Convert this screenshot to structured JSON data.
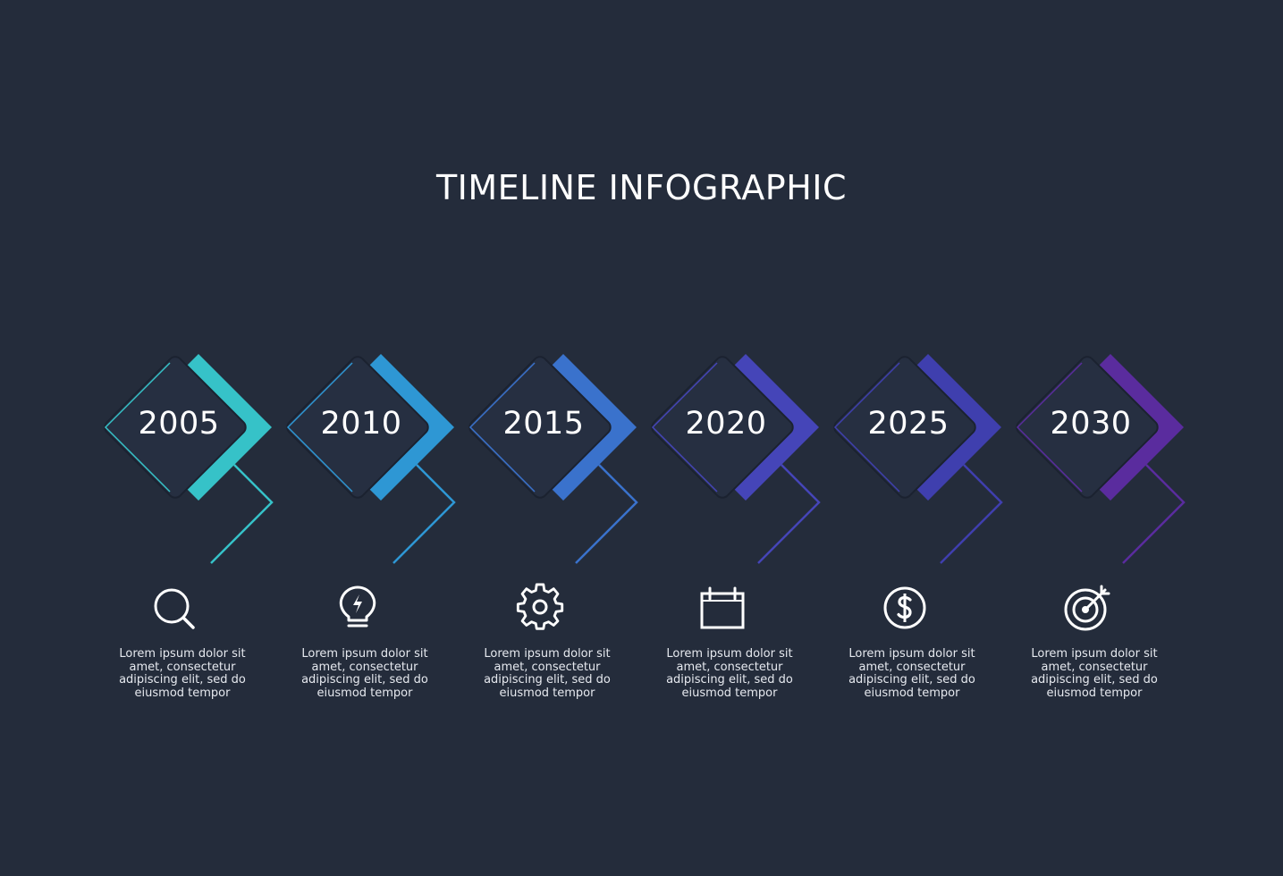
{
  "title": "TIMELINE INFOGRAPHIC",
  "background_color": "#242c3b",
  "steps": [
    {
      "year": "2005",
      "color": "#36c2c8",
      "icon": "magnifier-icon",
      "text": "Lorem ipsum dolor sit amet, consectetur adipiscing elit, sed do eiusmod tempor"
    },
    {
      "year": "2010",
      "color": "#2e97d4",
      "icon": "lightbulb-icon",
      "text": "Lorem ipsum dolor sit amet, consectetur adipiscing elit, sed do eiusmod tempor"
    },
    {
      "year": "2015",
      "color": "#3a72cc",
      "icon": "gear-icon",
      "text": "Lorem ipsum dolor sit amet, consectetur adipiscing elit, sed do eiusmod tempor"
    },
    {
      "year": "2020",
      "color": "#4545b8",
      "icon": "calendar-icon",
      "text": "Lorem ipsum dolor sit amet, consectetur adipiscing elit, sed do eiusmod tempor"
    },
    {
      "year": "2025",
      "color": "#3f3fae",
      "icon": "dollar-coin-icon",
      "text": "Lorem ipsum dolor sit amet, consectetur adipiscing elit, sed do eiusmod tempor"
    },
    {
      "year": "2030",
      "color": "#5a2c9e",
      "icon": "target-icon",
      "text": "Lorem ipsum dolor sit amet, consectetur adipiscing elit, sed do eiusmod tempor"
    }
  ]
}
